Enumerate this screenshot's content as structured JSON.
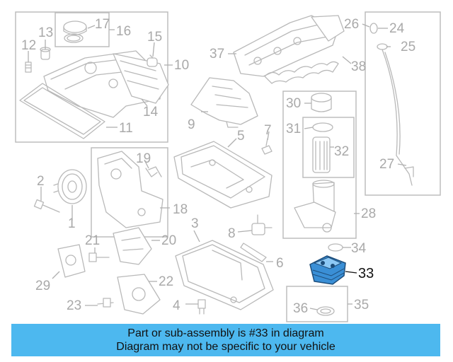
{
  "diagram": {
    "callouts": [
      {
        "id": "1",
        "text": "1"
      },
      {
        "id": "2",
        "text": "2"
      },
      {
        "id": "3",
        "text": "3"
      },
      {
        "id": "4",
        "text": "4"
      },
      {
        "id": "5",
        "text": "5"
      },
      {
        "id": "6",
        "text": "6"
      },
      {
        "id": "7",
        "text": "7"
      },
      {
        "id": "8",
        "text": "8"
      },
      {
        "id": "9",
        "text": "9"
      },
      {
        "id": "10",
        "text": "10"
      },
      {
        "id": "11",
        "text": "11"
      },
      {
        "id": "12",
        "text": "12"
      },
      {
        "id": "13",
        "text": "13"
      },
      {
        "id": "14",
        "text": "14"
      },
      {
        "id": "15",
        "text": "15"
      },
      {
        "id": "16",
        "text": "16"
      },
      {
        "id": "17",
        "text": "17"
      },
      {
        "id": "18",
        "text": "18"
      },
      {
        "id": "19",
        "text": "19"
      },
      {
        "id": "20",
        "text": "20"
      },
      {
        "id": "21",
        "text": "21"
      },
      {
        "id": "22",
        "text": "22"
      },
      {
        "id": "23",
        "text": "23"
      },
      {
        "id": "24",
        "text": "24"
      },
      {
        "id": "25",
        "text": "25"
      },
      {
        "id": "26",
        "text": "26"
      },
      {
        "id": "27",
        "text": "27"
      },
      {
        "id": "28",
        "text": "28"
      },
      {
        "id": "29",
        "text": "29"
      },
      {
        "id": "30",
        "text": "30"
      },
      {
        "id": "31",
        "text": "31"
      },
      {
        "id": "32",
        "text": "32"
      },
      {
        "id": "33",
        "text": "33"
      },
      {
        "id": "34",
        "text": "34"
      },
      {
        "id": "35",
        "text": "35"
      },
      {
        "id": "36",
        "text": "36"
      },
      {
        "id": "37",
        "text": "37"
      },
      {
        "id": "38",
        "text": "38"
      }
    ],
    "highlighted_part": "33",
    "highlight_color": "#3a8fd6"
  },
  "banner": {
    "line1": "Part or sub-assembly is #33 in diagram",
    "line2": "Diagram may not be specific to your vehicle",
    "background": "#4db8ef"
  }
}
